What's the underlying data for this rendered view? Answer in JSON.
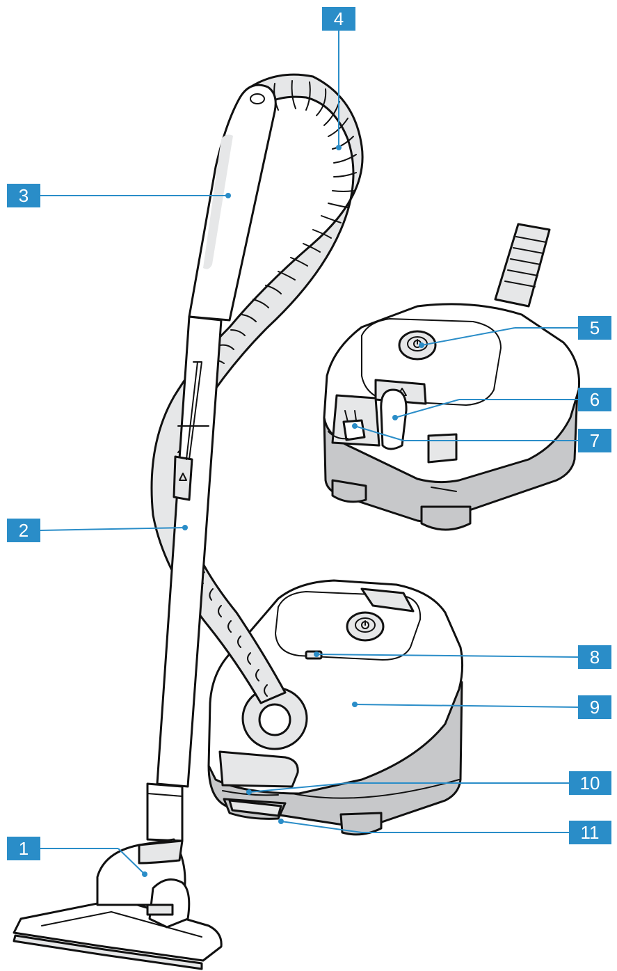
{
  "labels": [
    {
      "id": "1",
      "text": "1"
    },
    {
      "id": "2",
      "text": "2"
    },
    {
      "id": "3",
      "text": "3"
    },
    {
      "id": "4",
      "text": "4"
    },
    {
      "id": "5",
      "text": "5"
    },
    {
      "id": "6",
      "text": "6"
    },
    {
      "id": "7",
      "text": "7"
    },
    {
      "id": "8",
      "text": "8"
    },
    {
      "id": "9",
      "text": "9"
    },
    {
      "id": "10",
      "text": "10"
    },
    {
      "id": "11",
      "text": "11"
    }
  ],
  "colors": {
    "accent": "#2a8dc8",
    "outline": "#111111",
    "body": "#ffffff",
    "base_grey": "#c7c8ca",
    "panel_grey": "#e6e7e8"
  },
  "icons": {
    "power_button": "power-icon",
    "filter_indicator": "triangle-icon"
  }
}
